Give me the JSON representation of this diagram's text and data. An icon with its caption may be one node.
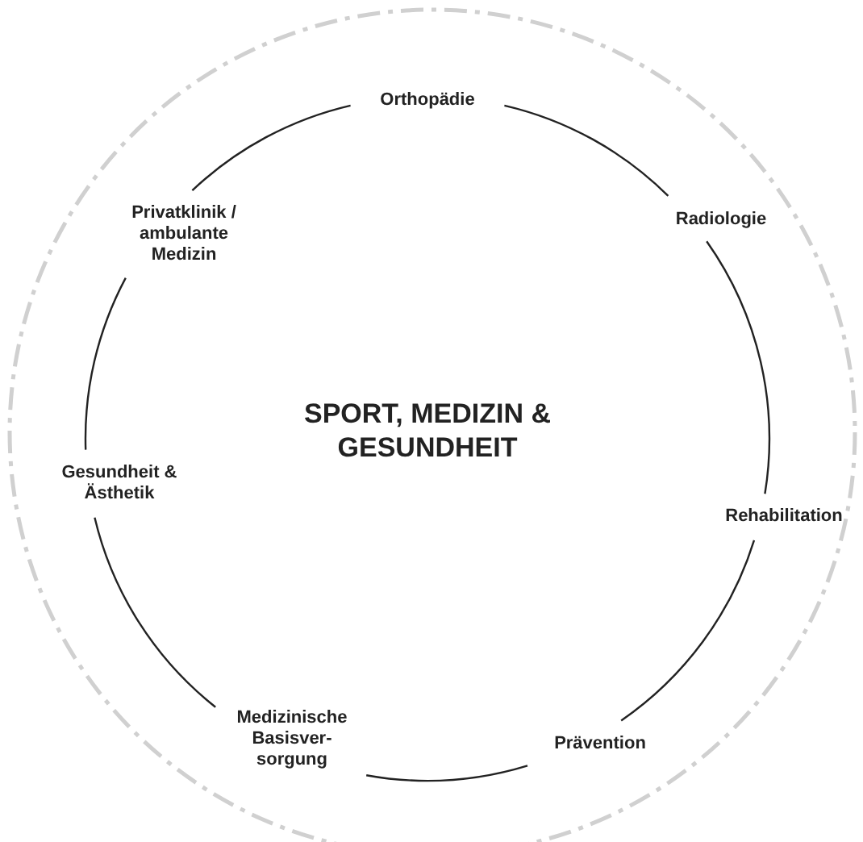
{
  "diagram": {
    "nodes": [
      {
        "text": [
          "SPORT, MEDIZIN & GESUNDHEIT"
        ]
      },
      {
        "text": [
          "Orthopädie"
        ]
      },
      {
        "text": [
          "Radiologie"
        ]
      },
      {
        "text": [
          "Rehabilitation"
        ]
      },
      {
        "text": [
          "Prävention"
        ]
      },
      {
        "text": [
          "Medizinische Basisver-sorgung"
        ]
      },
      {
        "text": [
          "Gesundheit & Ästhetik"
        ]
      },
      {
        "text": [
          "Privatklinik / ambulante Medizin"
        ]
      }
    ],
    "edges": [
      {
        "from": 1,
        "to": 2,
        "arrow": "none"
      },
      {
        "from": 2,
        "to": 3,
        "arrow": "none"
      },
      {
        "from": 3,
        "to": 4,
        "arrow": "none"
      },
      {
        "from": 4,
        "to": 5,
        "arrow": "none"
      },
      {
        "from": 5,
        "to": 6,
        "arrow": "none"
      },
      {
        "from": 6,
        "to": 7,
        "arrow": "none"
      },
      {
        "from": 7,
        "to": 1,
        "arrow": "none"
      }
    ]
  }
}
